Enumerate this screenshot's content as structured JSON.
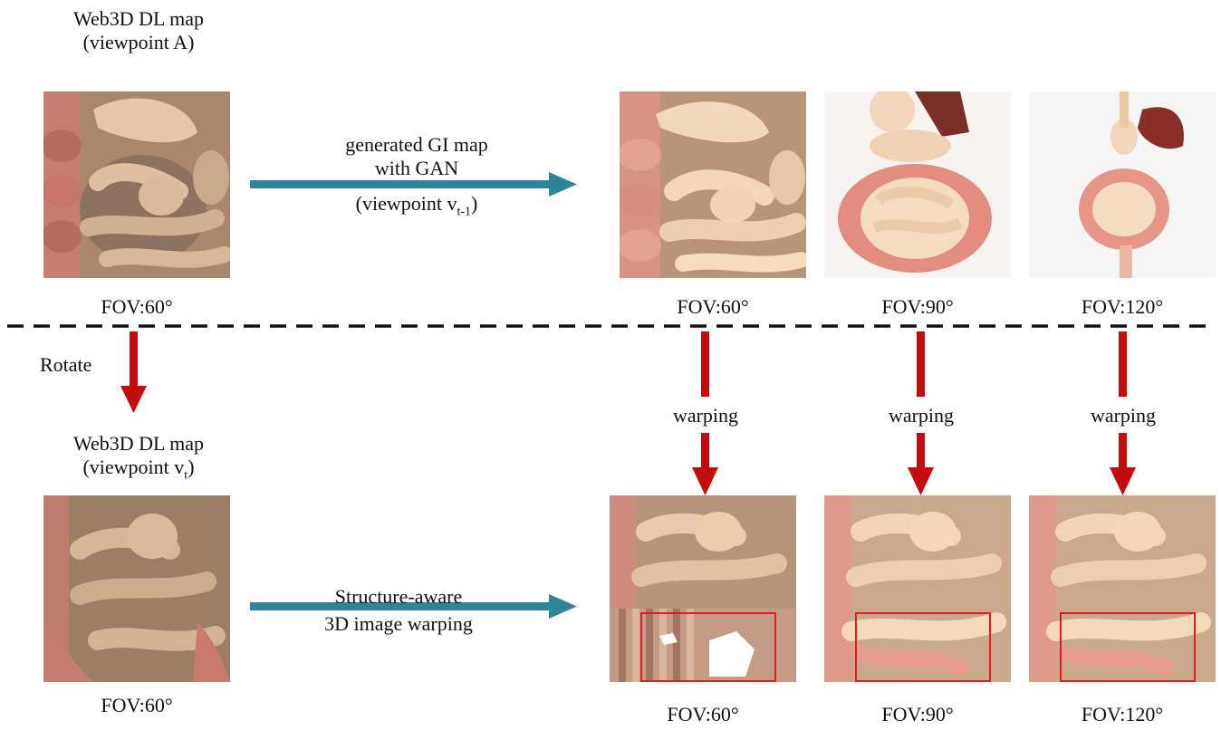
{
  "top_left": {
    "title_line1": "Web3D DL map",
    "title_line2": "(viewpoint A)",
    "fov": "FOV:60°"
  },
  "gan": {
    "line1": "generated GI map",
    "line2": "with GAN",
    "line3_prefix": "(viewpoint v",
    "line3_sub": "t-1",
    "line3_suffix": ")"
  },
  "top_right": {
    "fov_labels": [
      "FOV:60°",
      "FOV:90°",
      "FOV:120°"
    ]
  },
  "rotate_label": "Rotate",
  "bottom_left": {
    "title_line1": "Web3D DL map",
    "title_line2_prefix": "(viewpoint v",
    "title_line2_sub": "t",
    "title_line2_suffix": ")",
    "fov": "FOV:60°"
  },
  "warping_labels": [
    "warping",
    "warping",
    "warping"
  ],
  "warp_method": {
    "line1": "Structure-aware",
    "line2": "3D image warping"
  },
  "bottom_right": {
    "fov_labels": [
      "FOV:60°",
      "FOV:90°",
      "FOV:120°"
    ]
  },
  "colors": {
    "teal_arrow": "#2e8499",
    "red_arrow": "#c40c0c",
    "highlight_box": "#e31b1b",
    "divider": "#111111"
  }
}
